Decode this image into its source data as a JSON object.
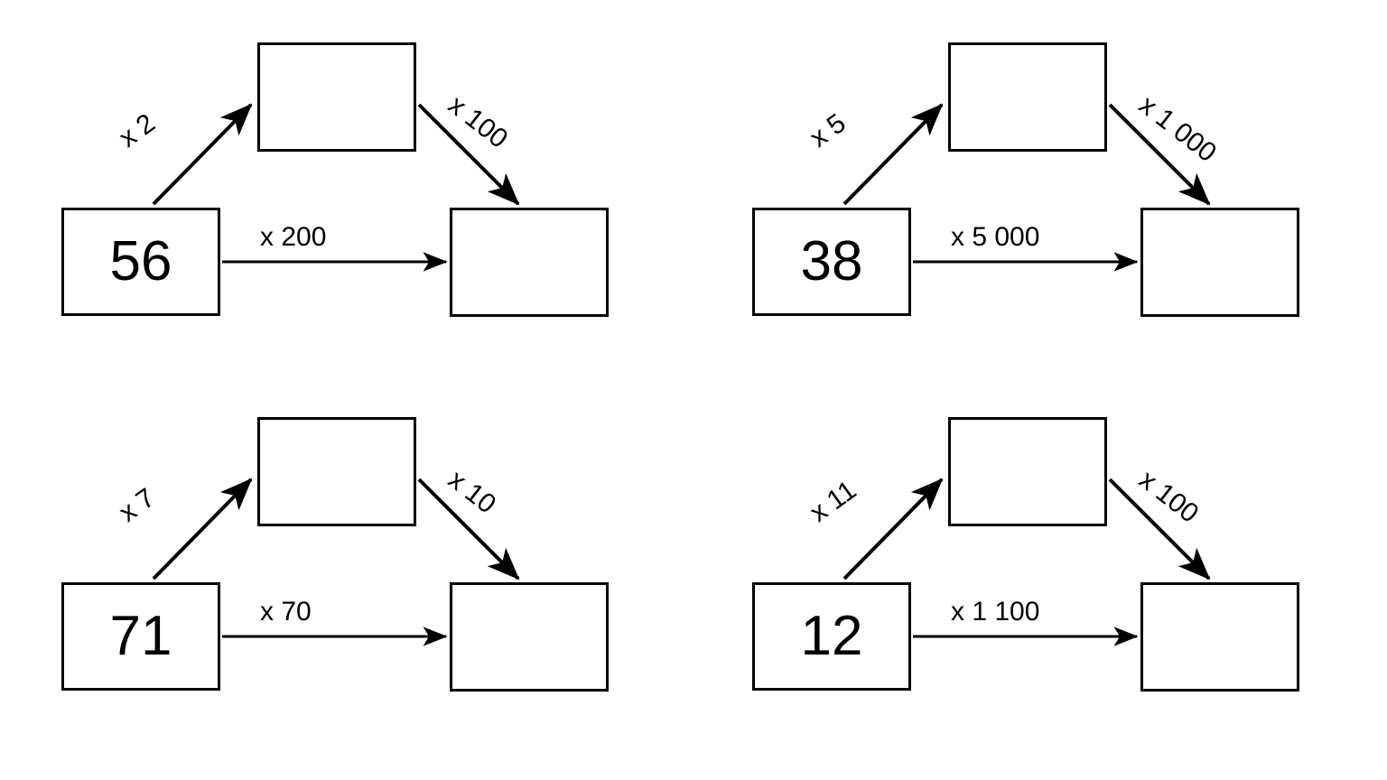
{
  "page": {
    "background_color": "#ffffff",
    "stroke_color": "#000000",
    "title": "Multiplication chain diagrams worksheet"
  },
  "diagrams": [
    {
      "id": "diagram-1",
      "start_value": "56",
      "top_value": "",
      "result_value": "",
      "edges": {
        "up_label": "x 2",
        "down_label": "x 100",
        "across_label": "x 200"
      }
    },
    {
      "id": "diagram-2",
      "start_value": "38",
      "top_value": "",
      "result_value": "",
      "edges": {
        "up_label": "x 5",
        "down_label": "x 1 000",
        "across_label": "x 5 000"
      }
    },
    {
      "id": "diagram-3",
      "start_value": "71",
      "top_value": "",
      "result_value": "",
      "edges": {
        "up_label": "x 7",
        "down_label": "x 10",
        "across_label": "x 70"
      }
    },
    {
      "id": "diagram-4",
      "start_value": "12",
      "top_value": "",
      "result_value": "",
      "edges": {
        "up_label": "x 11",
        "down_label": "x 100",
        "across_label": "x 1 100"
      }
    }
  ]
}
